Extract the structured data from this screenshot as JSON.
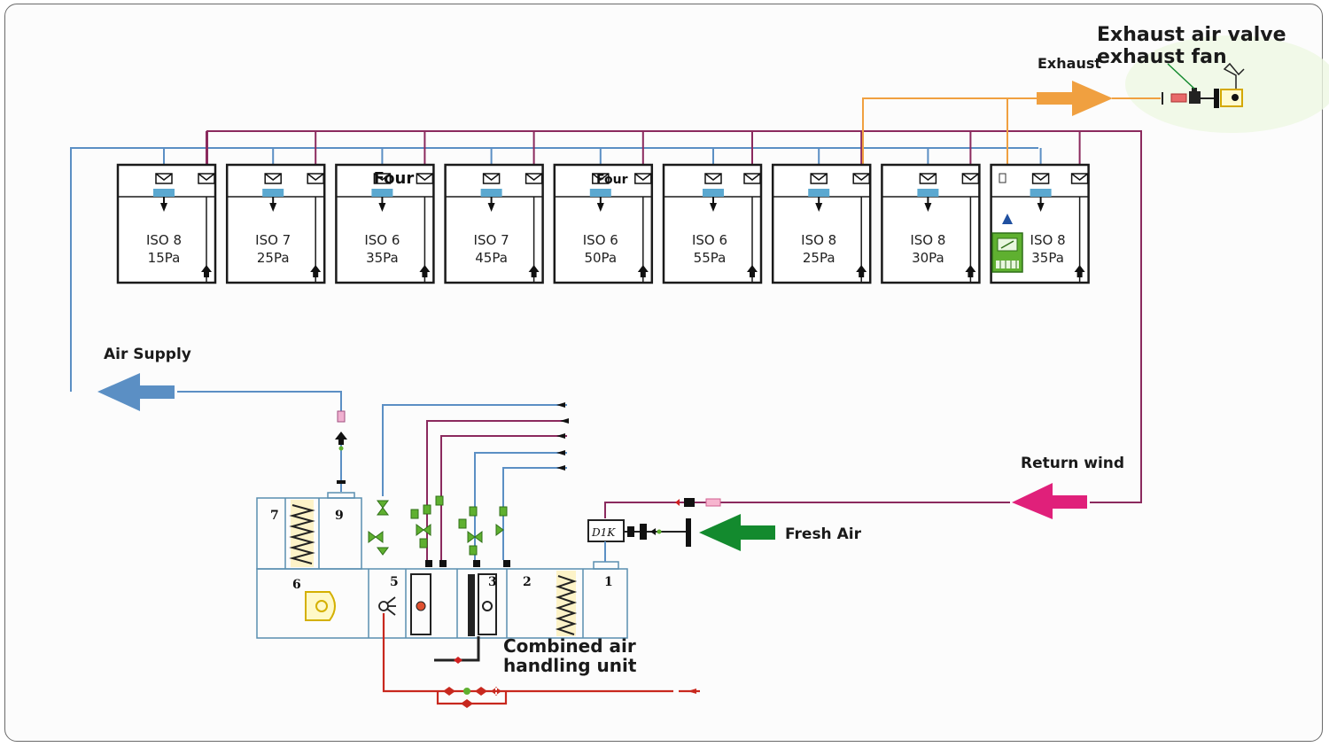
{
  "labels": {
    "exhaust_air_valve": "Exhaust air valve",
    "exhaust_fan": "exhaust fan",
    "exhaust": "Exhaust",
    "air_supply": "Air Supply",
    "return_wind": "Return wind",
    "fresh_air": "Fresh Air",
    "combined_line1": "Combined air",
    "combined_line2": "handling unit",
    "fresh_air_box": "D1K"
  },
  "rooms": [
    {
      "class": "ISO 8",
      "pressure": "15Pa",
      "tag": ""
    },
    {
      "class": "ISO 7",
      "pressure": "25Pa",
      "tag": ""
    },
    {
      "class": "ISO 6",
      "pressure": "35Pa",
      "tag": "Four"
    },
    {
      "class": "ISO 7",
      "pressure": "45Pa",
      "tag": ""
    },
    {
      "class": "ISO 6",
      "pressure": "50Pa",
      "tag": "Four"
    },
    {
      "class": "ISO 6",
      "pressure": "55Pa",
      "tag": ""
    },
    {
      "class": "ISO 8",
      "pressure": "25Pa",
      "tag": ""
    },
    {
      "class": "ISO 8",
      "pressure": "30Pa",
      "tag": ""
    },
    {
      "class": "ISO 8",
      "pressure": "35Pa",
      "tag": ""
    }
  ],
  "ahu_sections": [
    "7",
    "9",
    "6",
    "5",
    "3",
    "2",
    "1"
  ],
  "colors": {
    "supply": "#5b8fc4",
    "return": "#8b2a5e",
    "exhaust": "#f0a040",
    "return_arrow": "#e0207a",
    "fresh": "#138a2e",
    "water": "#c8281e",
    "valve_green": "#5fb030",
    "outline": "#222222"
  }
}
